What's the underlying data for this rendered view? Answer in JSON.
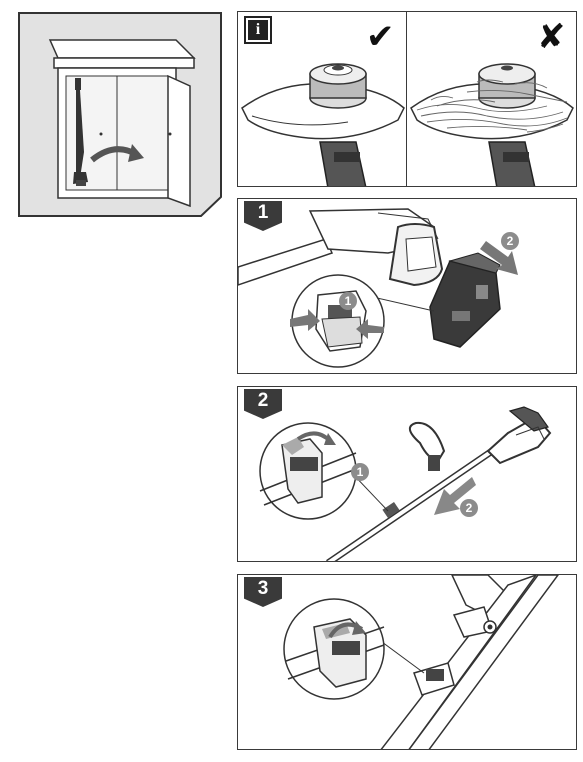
{
  "info": {
    "icon": "info-icon",
    "glyph": "i"
  },
  "marks": {
    "ok": "✔",
    "not_ok": "✘"
  },
  "steps": [
    {
      "number": "1",
      "callouts": [
        "1",
        "2"
      ]
    },
    {
      "number": "2",
      "callouts": [
        "1",
        "2"
      ]
    },
    {
      "number": "3",
      "callouts": []
    }
  ],
  "colors": {
    "frame": "#3a3a3a",
    "callout": "#8c8c8c",
    "storage_bg": "#e2e2e2"
  }
}
